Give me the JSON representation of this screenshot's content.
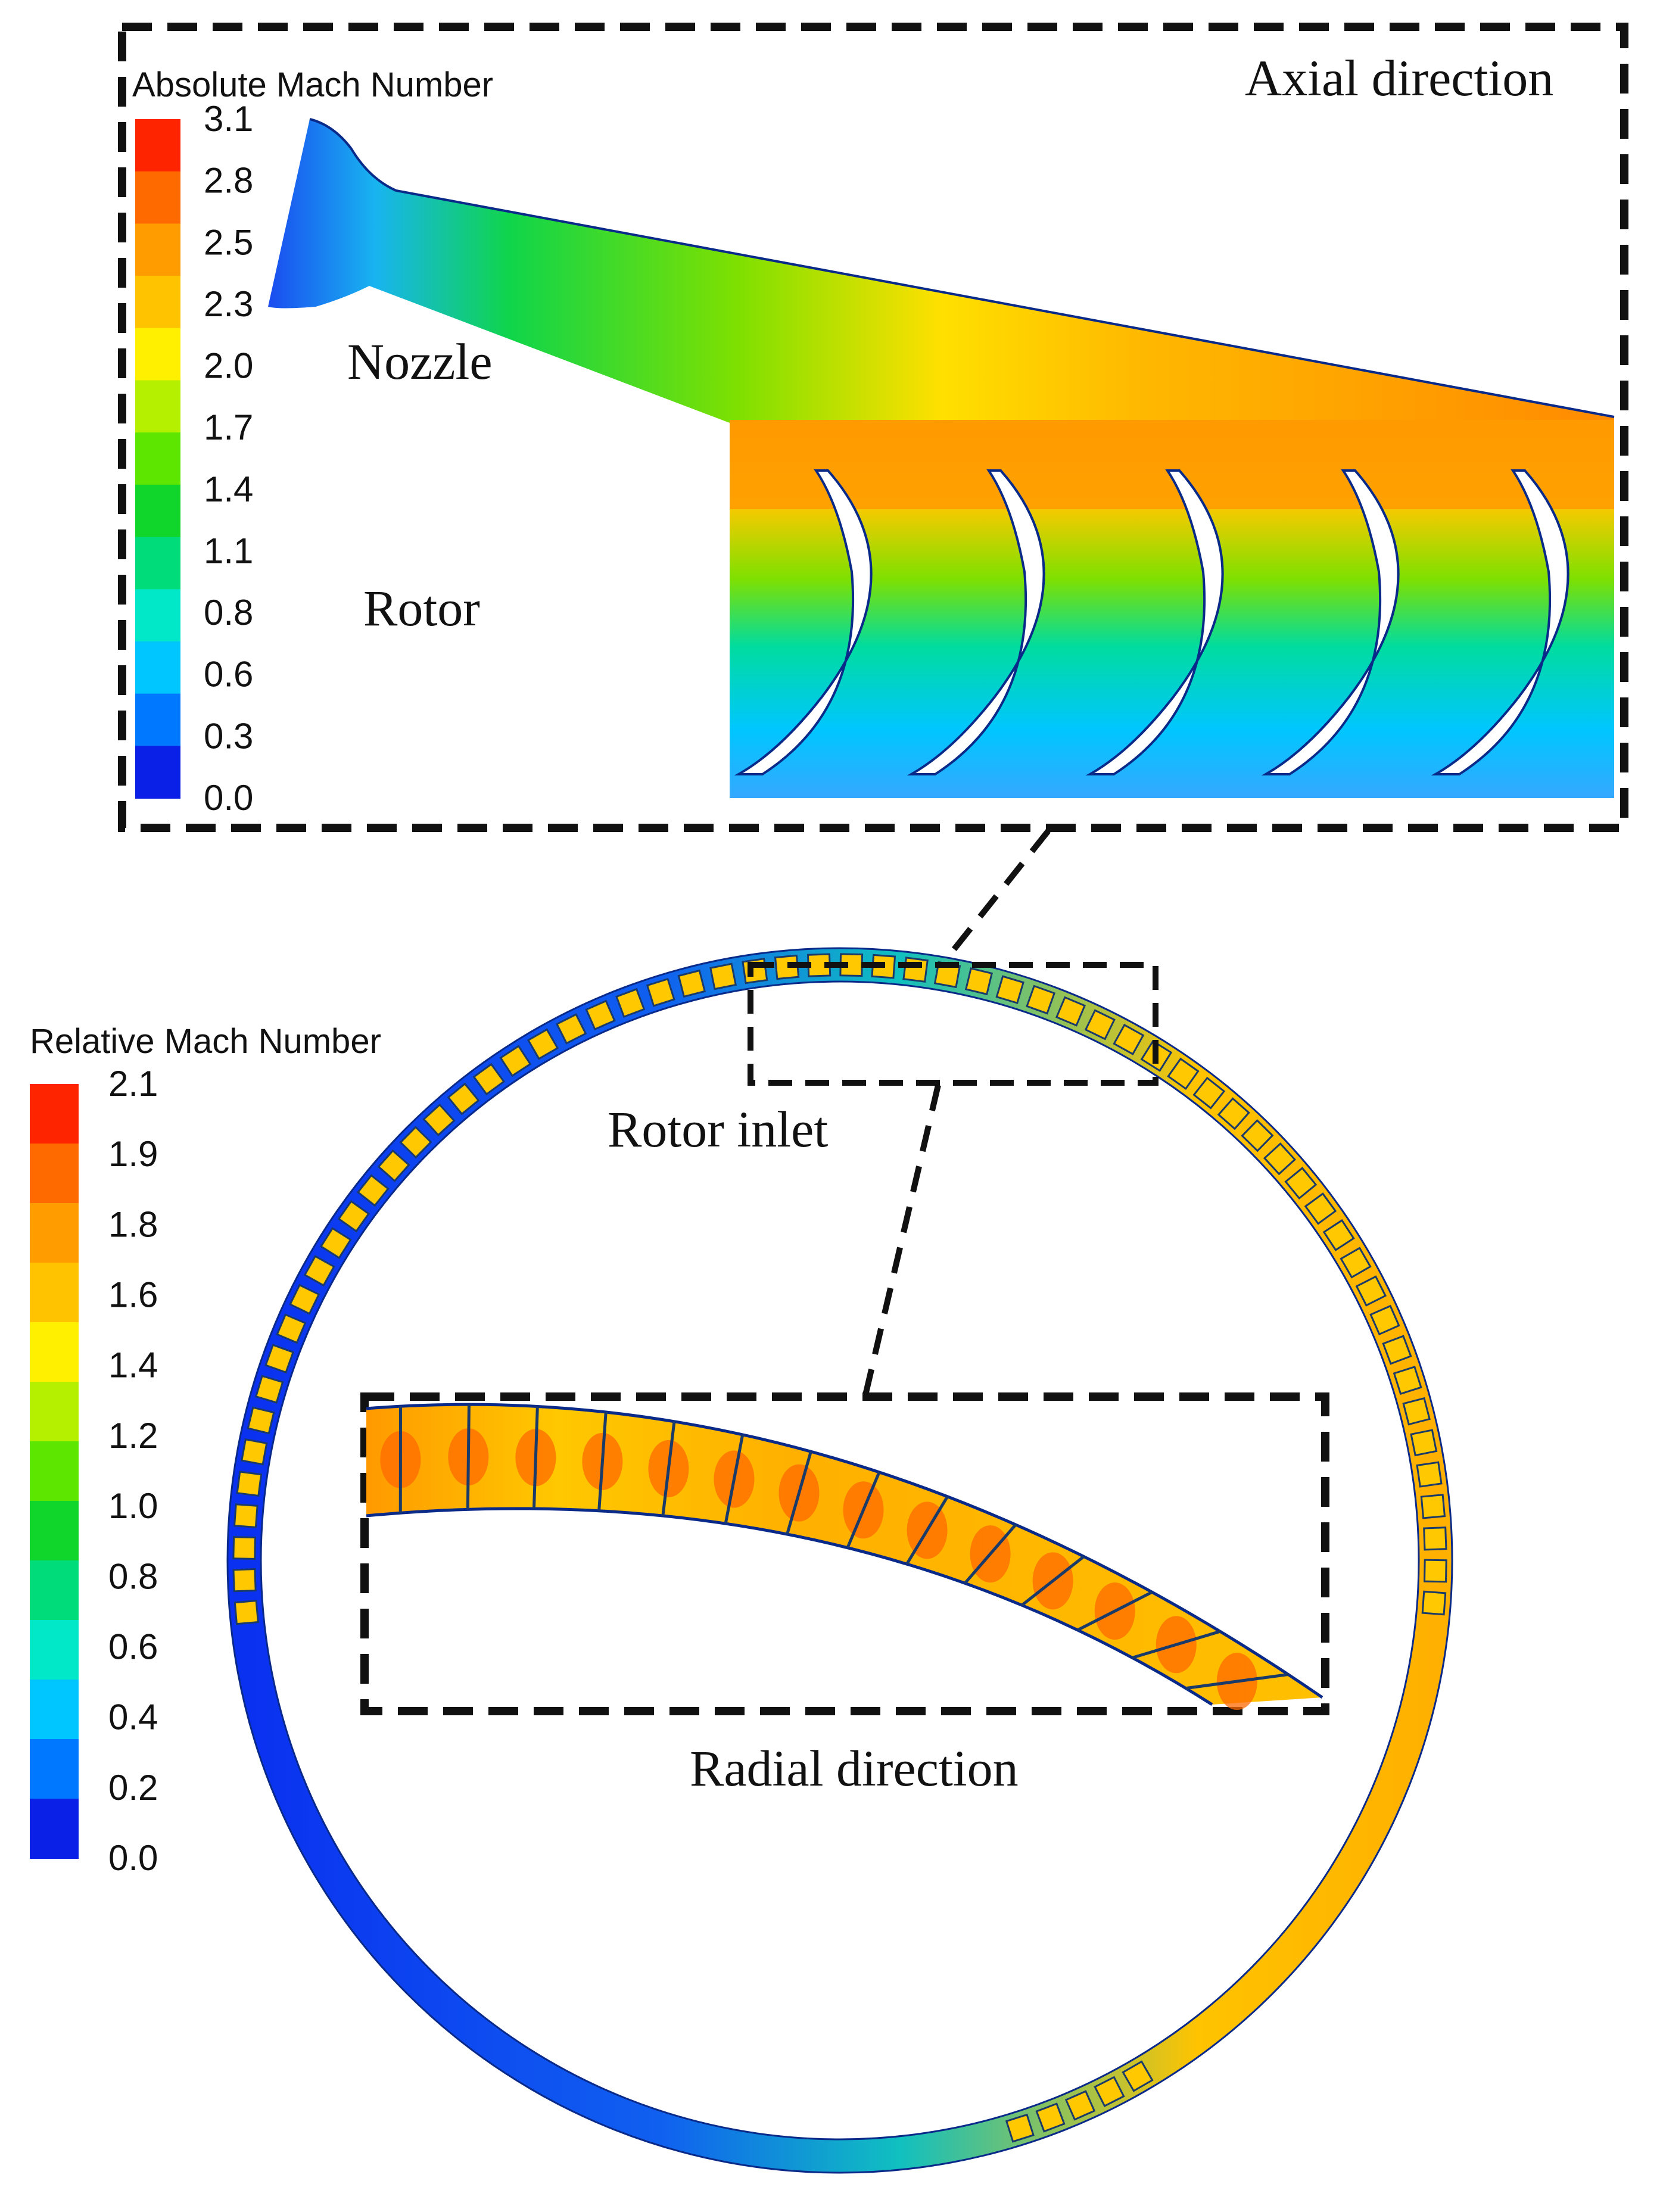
{
  "top_panel": {
    "colorbar": {
      "title": "Absolute Mach Number",
      "ticks": [
        "3.1",
        "2.8",
        "2.5",
        "2.3",
        "2.0",
        "1.7",
        "1.4",
        "1.1",
        "0.8",
        "0.6",
        "0.3",
        "0.0"
      ],
      "colors": [
        "#ff2400",
        "#ff6a00",
        "#ff9c00",
        "#ffc300",
        "#fff000",
        "#b4f000",
        "#5ce600",
        "#10d52a",
        "#00dc7a",
        "#00e8c8",
        "#00c6ff",
        "#0078ff",
        "#0a20e6"
      ]
    },
    "labels": {
      "axial": "Axial direction",
      "nozzle": "Nozzle",
      "rotor": "Rotor"
    }
  },
  "bottom_panel": {
    "colorbar": {
      "title": "Relative Mach Number",
      "ticks": [
        "2.1",
        "1.9",
        "1.8",
        "1.6",
        "1.4",
        "1.2",
        "1.0",
        "0.8",
        "0.6",
        "0.4",
        "0.2",
        "0.0"
      ],
      "colors": [
        "#ff2400",
        "#ff6a00",
        "#ff9c00",
        "#ffc300",
        "#fff000",
        "#b4f000",
        "#5ce600",
        "#10d52a",
        "#00dc7a",
        "#00e8c8",
        "#00c6ff",
        "#0078ff",
        "#0a20e6"
      ]
    },
    "labels": {
      "rotor_inlet": "Rotor inlet",
      "radial": "Radial direction"
    }
  }
}
